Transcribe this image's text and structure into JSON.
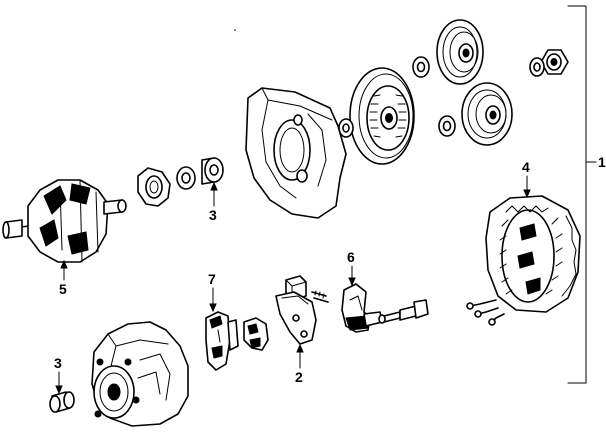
{
  "callouts": {
    "c1": "1",
    "c2": "2",
    "c3a": "3",
    "c3b": "3",
    "c4": "4",
    "c5": "5",
    "c6": "6",
    "c7": "7"
  }
}
